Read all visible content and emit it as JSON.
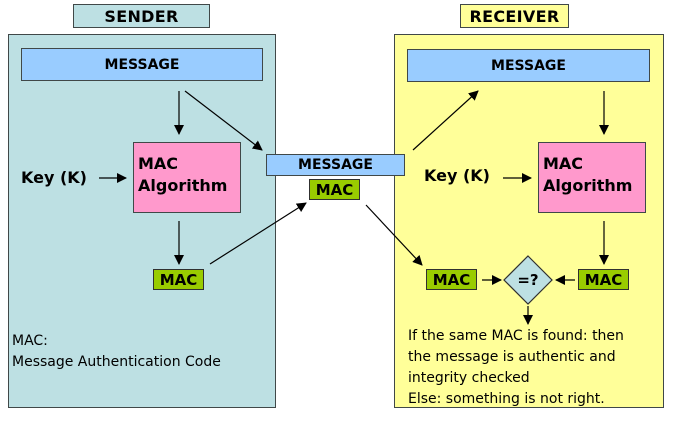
{
  "sender": {
    "title": "SENDER",
    "message": "MESSAGE",
    "key_label": "Key (K)",
    "algorithm_line1": "MAC",
    "algorithm_line2": "Algorithm",
    "mac": "MAC",
    "note_line1": "MAC:",
    "note_line2": "Message Authentication Code"
  },
  "transit": {
    "message": "MESSAGE",
    "mac": "MAC"
  },
  "receiver": {
    "title": "RECEIVER",
    "message": "MESSAGE",
    "key_label": "Key (K)",
    "algorithm_line1": "MAC",
    "algorithm_line2": "Algorithm",
    "mac_received": "MAC",
    "mac_computed": "MAC",
    "compare_label": "=?",
    "note_lines": [
      "If the same MAC is found: then",
      "the message is authentic and",
      "integrity checked",
      "Else: something is not right."
    ]
  },
  "colors": {
    "sender_bg": "#bde0e3",
    "receiver_bg": "#ffff99",
    "message_bg": "#99ccff",
    "algorithm_bg": "#ff99cc",
    "mac_bg": "#99cc00",
    "compare_bg": "#bde0e3"
  }
}
